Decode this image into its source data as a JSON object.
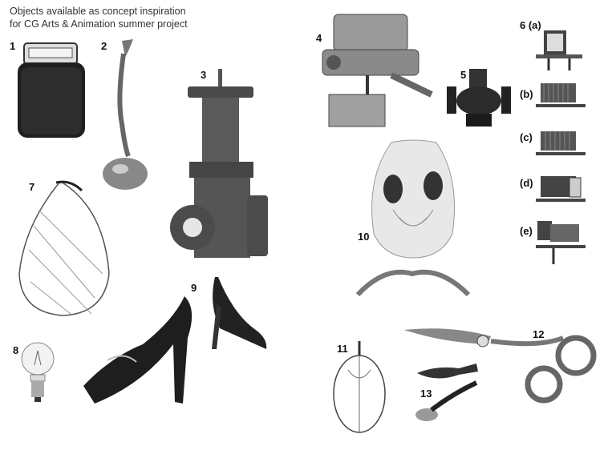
{
  "title_lines": [
    "Objects available as concept inspiration",
    "for CG Arts & Animation summer project"
  ],
  "labels": {
    "n1": "1",
    "n2": "2",
    "n3": "3",
    "n4": "4",
    "n5": "5",
    "n6a": "6 (a)",
    "n6b": "(b)",
    "n6c": "(c)",
    "n6d": "(d)",
    "n6e": "(e)",
    "n7": "7",
    "n8": "8",
    "n9": "9",
    "n10": "10",
    "n11": "11",
    "n12": "12",
    "n13": "13"
  },
  "objects": [
    {
      "id": "1",
      "icon": "electric-shaver-icon"
    },
    {
      "id": "2",
      "icon": "bud-vase-icon"
    },
    {
      "id": "3",
      "icon": "gate-valve-icon"
    },
    {
      "id": "4",
      "icon": "brake-master-cylinder-icon"
    },
    {
      "id": "5",
      "icon": "control-valve-icon"
    },
    {
      "id": "6",
      "icon": "view-camera-icon"
    },
    {
      "id": "7",
      "icon": "sketched-pod-icon"
    },
    {
      "id": "8",
      "icon": "light-bulb-icon"
    },
    {
      "id": "9",
      "icon": "high-heel-shoe-icon"
    },
    {
      "id": "10",
      "icon": "ornate-vase-icon"
    },
    {
      "id": "11",
      "icon": "seed-pod-engraving-icon"
    },
    {
      "id": "12",
      "icon": "hair-scissors-icon"
    },
    {
      "id": "13",
      "icon": "brushes-icon"
    }
  ]
}
